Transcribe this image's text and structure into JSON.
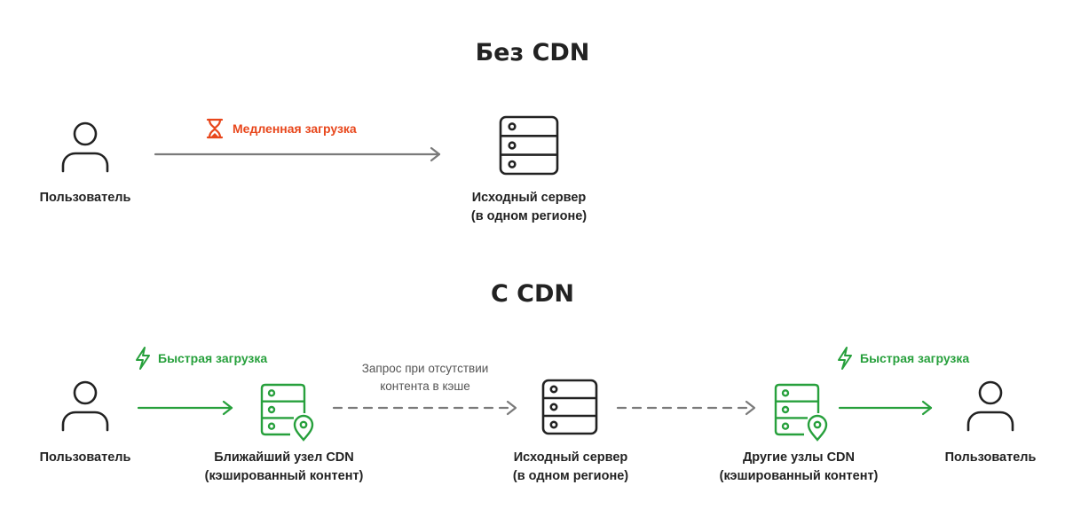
{
  "without_cdn": {
    "title": "Без CDN",
    "user_label": "Пользователь",
    "speed_label": "Медленная загрузка",
    "server_label_line1": "Исходный сервер",
    "server_label_line2": "(в одном регионе)"
  },
  "with_cdn": {
    "title": "С CDN",
    "user_left_label": "Пользователь",
    "fast_label_left": "Быстрая загрузка",
    "nearest_node_line1": "Ближайший узел CDN",
    "nearest_node_line2": "(кэшированный контент)",
    "request_note_line1": "Запрос при отсутствии",
    "request_note_line2": "контента в кэше",
    "origin_line1": "Исходный сервер",
    "origin_line2": "(в одном регионе)",
    "other_nodes_line1": "Другие узлы CDN",
    "other_nodes_line2": "(кэшированный контент)",
    "fast_label_right": "Быстрая загрузка",
    "user_right_label": "Пользователь"
  },
  "colors": {
    "dark": "#222222",
    "slow": "#e8471c",
    "fast": "#27a03c",
    "arrow_gray": "#7a7a7a"
  },
  "icons": {
    "user": "person-outline-icon",
    "server": "server-rack-icon",
    "cdn_node": "server-with-location-pin-icon",
    "slow": "hourglass-icon",
    "fast": "lightning-icon"
  }
}
